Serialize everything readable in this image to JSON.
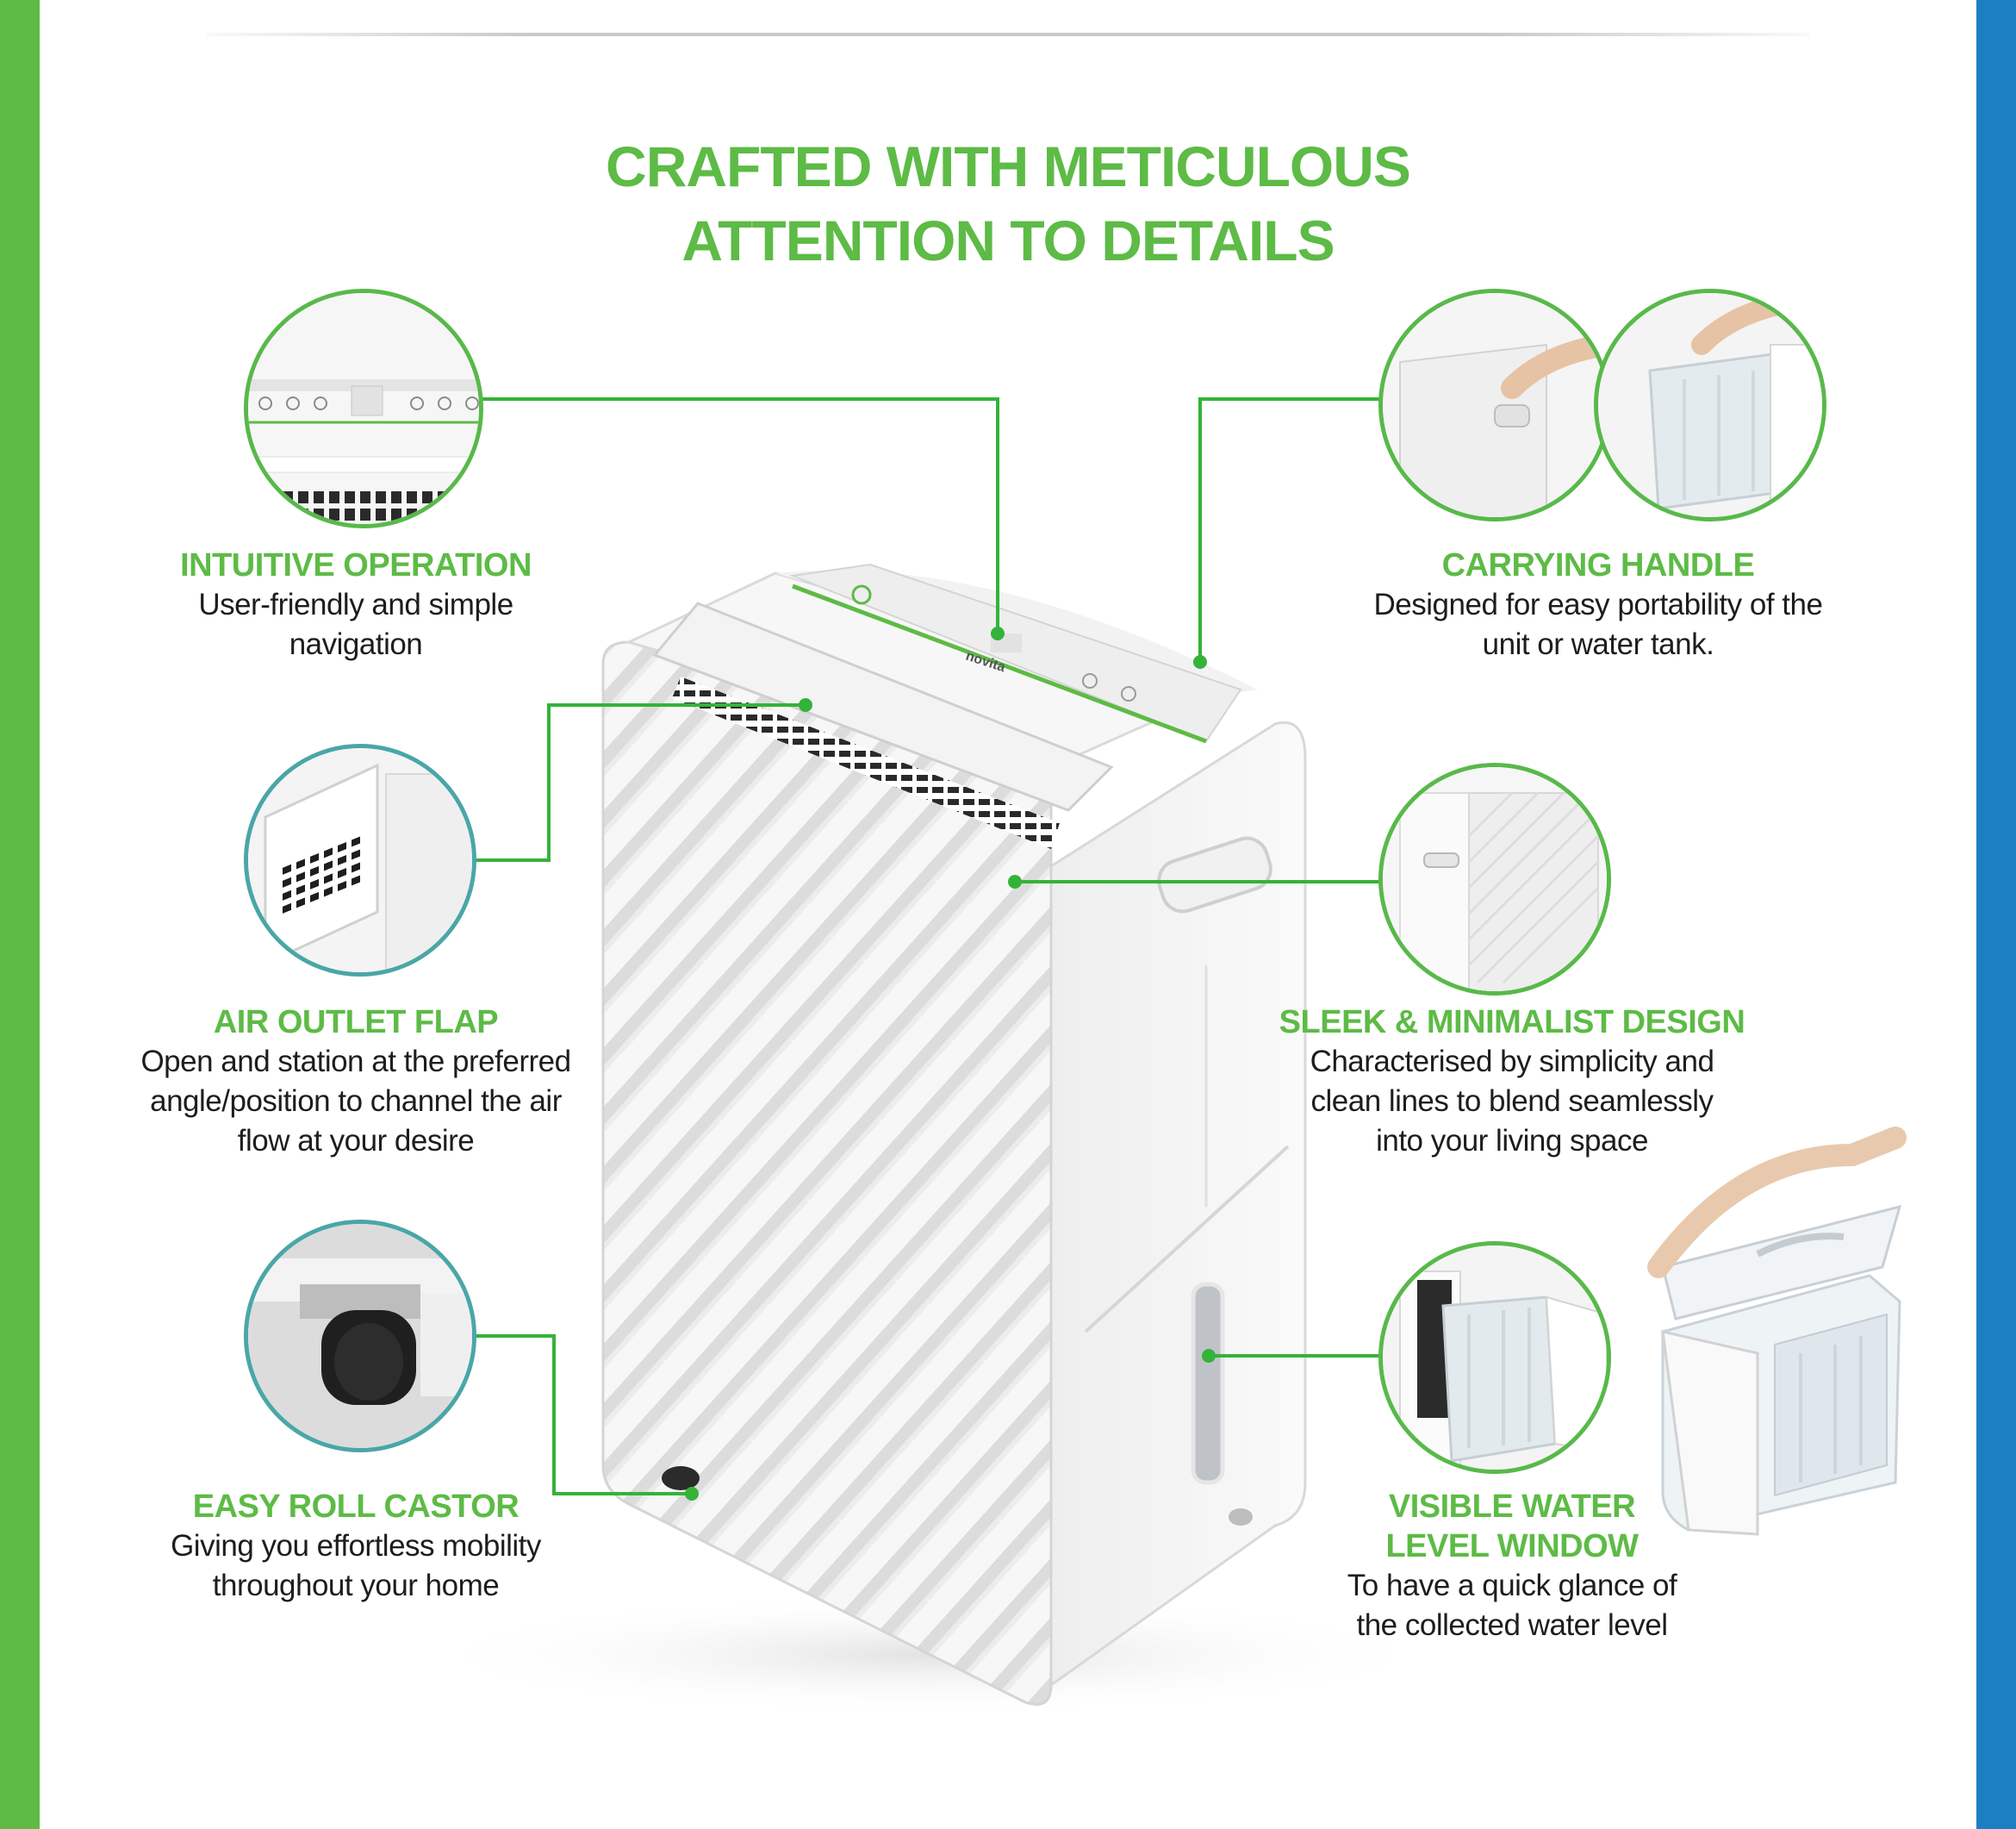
{
  "colors": {
    "accent_green": "#5dbb46",
    "side_blue": "#1b7fc4",
    "text": "#1d1d1d"
  },
  "headline": {
    "line1": "CRAFTED WITH METICULOUS",
    "line2": "ATTENTION TO DETAILS"
  },
  "features": {
    "intuitive_operation": {
      "title": "INTUITIVE OPERATION",
      "desc1": "User-friendly and simple",
      "desc2": "navigation"
    },
    "air_outlet_flap": {
      "title": "AIR OUTLET FLAP",
      "desc1": "Open and station at the preferred",
      "desc2": "angle/position to channel the air",
      "desc3": "flow at your desire"
    },
    "easy_roll_castor": {
      "title": "EASY ROLL CASTOR",
      "desc1": "Giving you effortless mobility",
      "desc2": "throughout your home"
    },
    "carrying_handle": {
      "title": "CARRYING HANDLE",
      "desc1": "Designed for easy portability of the",
      "desc2": "unit or water tank."
    },
    "sleek_design": {
      "title": "SLEEK & MINIMALIST DESIGN",
      "desc1": "Characterised by simplicity and",
      "desc2": "clean lines to blend seamlessly",
      "desc3": "into your living space"
    },
    "water_level_window": {
      "title1": "VISIBLE WATER",
      "title2": "LEVEL WINDOW",
      "desc1": "To have a quick glance of",
      "desc2": "the collected water level"
    }
  },
  "product": {
    "brand_mark": "novita"
  }
}
